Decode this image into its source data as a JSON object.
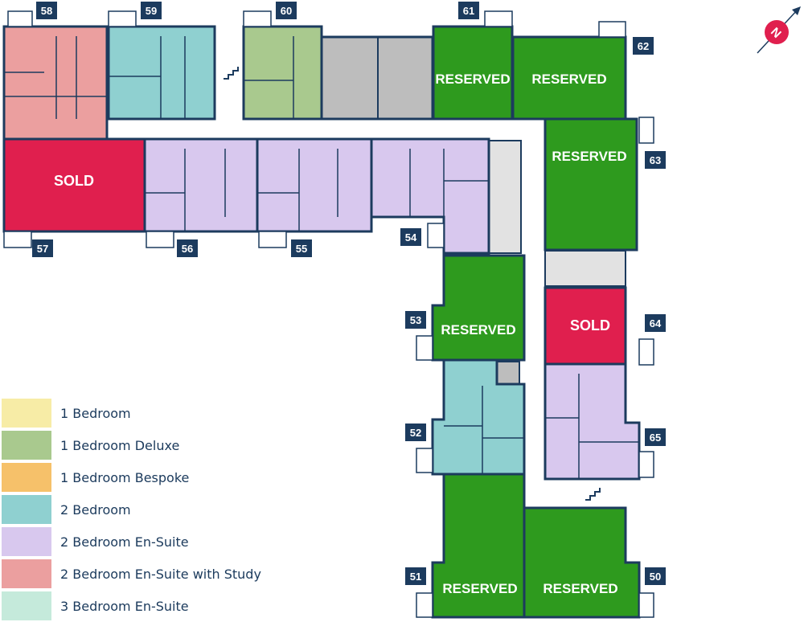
{
  "colors": {
    "outline": "#1c3b5e",
    "reserved": "#2e9a1e",
    "sold": "#e01f4e",
    "common": "#bdbdbd",
    "label_bg": "#1c3b5e",
    "compass": "#e01f4e"
  },
  "compass": {
    "letter": "N"
  },
  "status": {
    "reserved": "RESERVED",
    "sold": "SOLD"
  },
  "legend": [
    {
      "label": "1 Bedroom",
      "color": "#f7eca6"
    },
    {
      "label": "1 Bedroom Deluxe",
      "color": "#a9c98e"
    },
    {
      "label": "1 Bedroom Bespoke",
      "color": "#f6c16a"
    },
    {
      "label": "2 Bedroom",
      "color": "#8fd0d0"
    },
    {
      "label": "2 Bedroom En-Suite",
      "color": "#d8c8ee"
    },
    {
      "label": "2 Bedroom En-Suite with Study",
      "color": "#eb9f9f"
    },
    {
      "label": "3 Bedroom En-Suite",
      "color": "#c5eadb"
    }
  ],
  "units": [
    {
      "id": "58",
      "type": "2 Bedroom En-Suite with Study",
      "status": "available",
      "color": "#eb9f9f"
    },
    {
      "id": "59",
      "type": "2 Bedroom",
      "status": "available",
      "color": "#8fd0d0"
    },
    {
      "id": "60",
      "type": "1 Bedroom Deluxe",
      "status": "available",
      "color": "#a9c98e"
    },
    {
      "id": "61",
      "type": "",
      "status": "reserved",
      "color": "#2e9a1e"
    },
    {
      "id": "62",
      "type": "",
      "status": "reserved",
      "color": "#2e9a1e"
    },
    {
      "id": "63",
      "type": "",
      "status": "reserved",
      "color": "#2e9a1e"
    },
    {
      "id": "57",
      "type": "",
      "status": "sold",
      "color": "#e01f4e"
    },
    {
      "id": "56",
      "type": "2 Bedroom En-Suite",
      "status": "available",
      "color": "#d8c8ee"
    },
    {
      "id": "55",
      "type": "2 Bedroom En-Suite",
      "status": "available",
      "color": "#d8c8ee"
    },
    {
      "id": "54",
      "type": "2 Bedroom En-Suite",
      "status": "available",
      "color": "#d8c8ee"
    },
    {
      "id": "53",
      "type": "",
      "status": "reserved",
      "color": "#2e9a1e"
    },
    {
      "id": "64",
      "type": "",
      "status": "sold",
      "color": "#e01f4e"
    },
    {
      "id": "52",
      "type": "2 Bedroom",
      "status": "available",
      "color": "#8fd0d0"
    },
    {
      "id": "65",
      "type": "2 Bedroom En-Suite",
      "status": "available",
      "color": "#d8c8ee"
    },
    {
      "id": "51",
      "type": "",
      "status": "reserved",
      "color": "#2e9a1e"
    },
    {
      "id": "50",
      "type": "",
      "status": "reserved",
      "color": "#2e9a1e"
    }
  ]
}
